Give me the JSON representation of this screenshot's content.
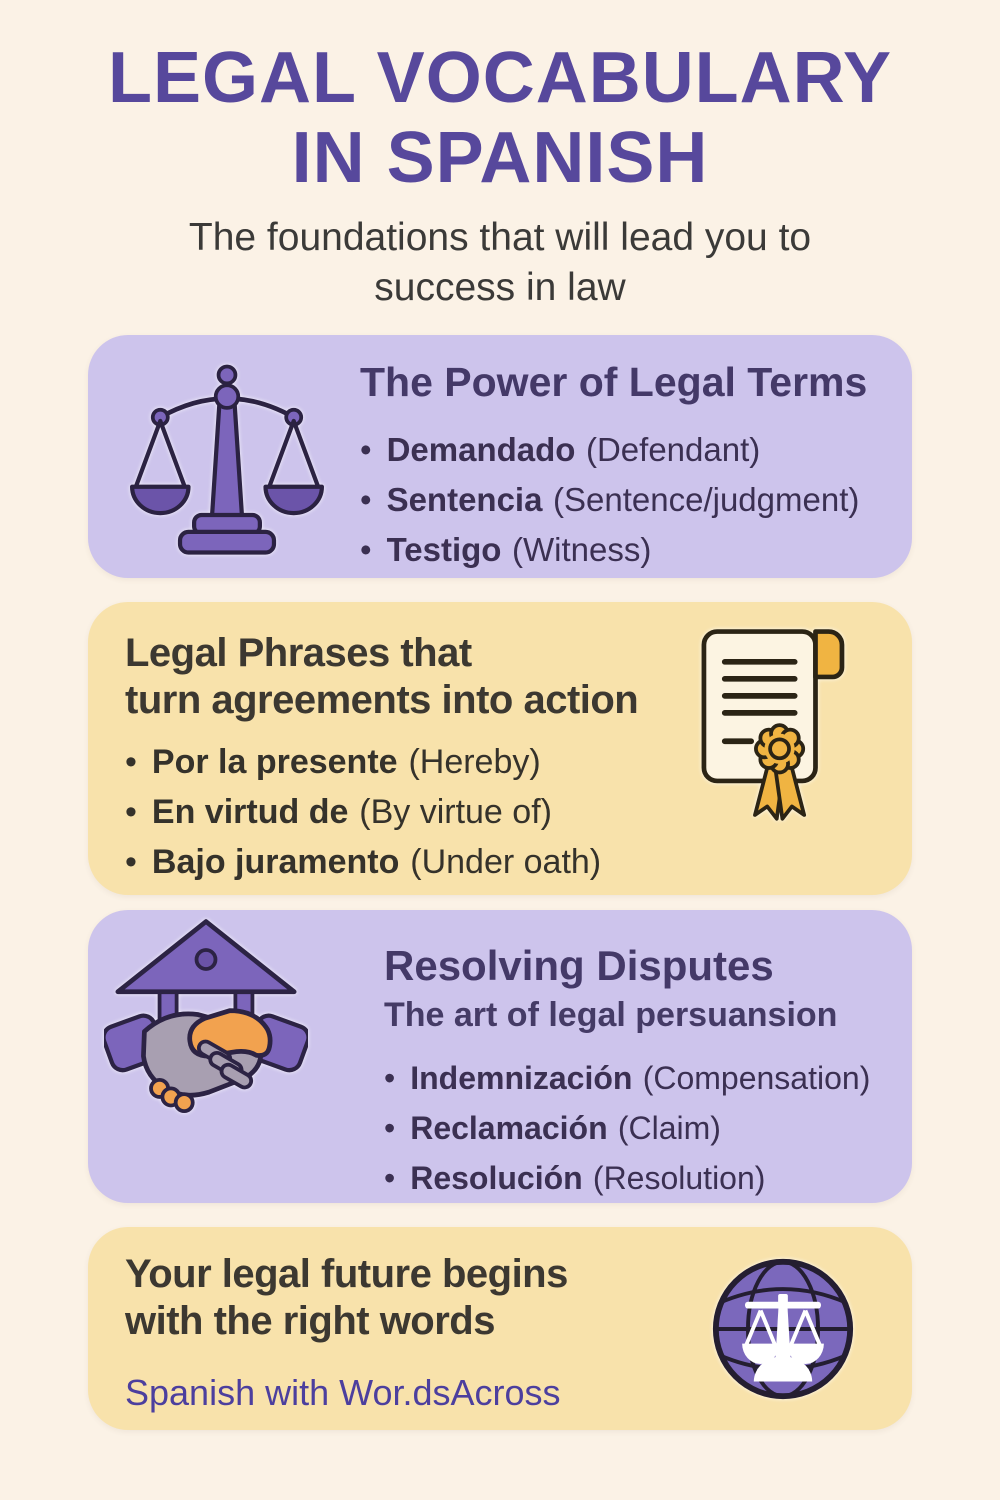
{
  "poster": {
    "title_line1": "LEGAL VOCABULARY",
    "title_line2": "IN SPANISH",
    "subtitle": "The foundations that will lead you to success in law"
  },
  "colors": {
    "page_background": "#fbf2e6",
    "card_lavender": "#cdc4ec",
    "card_cream": "#f8e2ab",
    "title_purple": "#57489c",
    "heading_purple": "#443968",
    "body_dark": "#3c3831",
    "bullet_purple": "#3b3052",
    "brand_purple": "#4c3f9e",
    "icon_purple": "#7c65bb",
    "icon_gold": "#f0b442",
    "hand_gray": "#a89fb1",
    "hand_orange": "#f2a24f"
  },
  "cards": [
    {
      "id": "legal-terms",
      "icon": "scales-of-justice-icon",
      "heading": "The Power of Legal Terms",
      "bullets": [
        {
          "term": "Demandado",
          "translation": "(Defendant)"
        },
        {
          "term": "Sentencia",
          "translation": "(Sentence/judgment)"
        },
        {
          "term": "Testigo",
          "translation": "(Witness)"
        }
      ]
    },
    {
      "id": "legal-phrases",
      "icon": "certificate-icon",
      "heading_line1": "Legal Phrases that",
      "heading_line2": "turn agreements into action",
      "bullets": [
        {
          "term": "Por la presente",
          "translation": "(Hereby)"
        },
        {
          "term": "En virtud de",
          "translation": "(By virtue of)"
        },
        {
          "term": "Bajo juramento",
          "translation": "(Under oath)"
        }
      ]
    },
    {
      "id": "resolving-disputes",
      "icon": "courthouse-handshake-icon",
      "heading": "Resolving Disputes",
      "subheading": "The art of legal persuansion",
      "bullets": [
        {
          "term": "Indemnización",
          "translation": "(Compensation)"
        },
        {
          "term": "Reclamación",
          "translation": "(Claim)"
        },
        {
          "term": "Resolución",
          "translation": "(Resolution)"
        }
      ]
    },
    {
      "id": "footer",
      "icon": "globe-scales-icon",
      "heading_line1": "Your legal future begins",
      "heading_line2": "with the right words",
      "brand": "Spanish with Wor.dsAcross"
    }
  ]
}
